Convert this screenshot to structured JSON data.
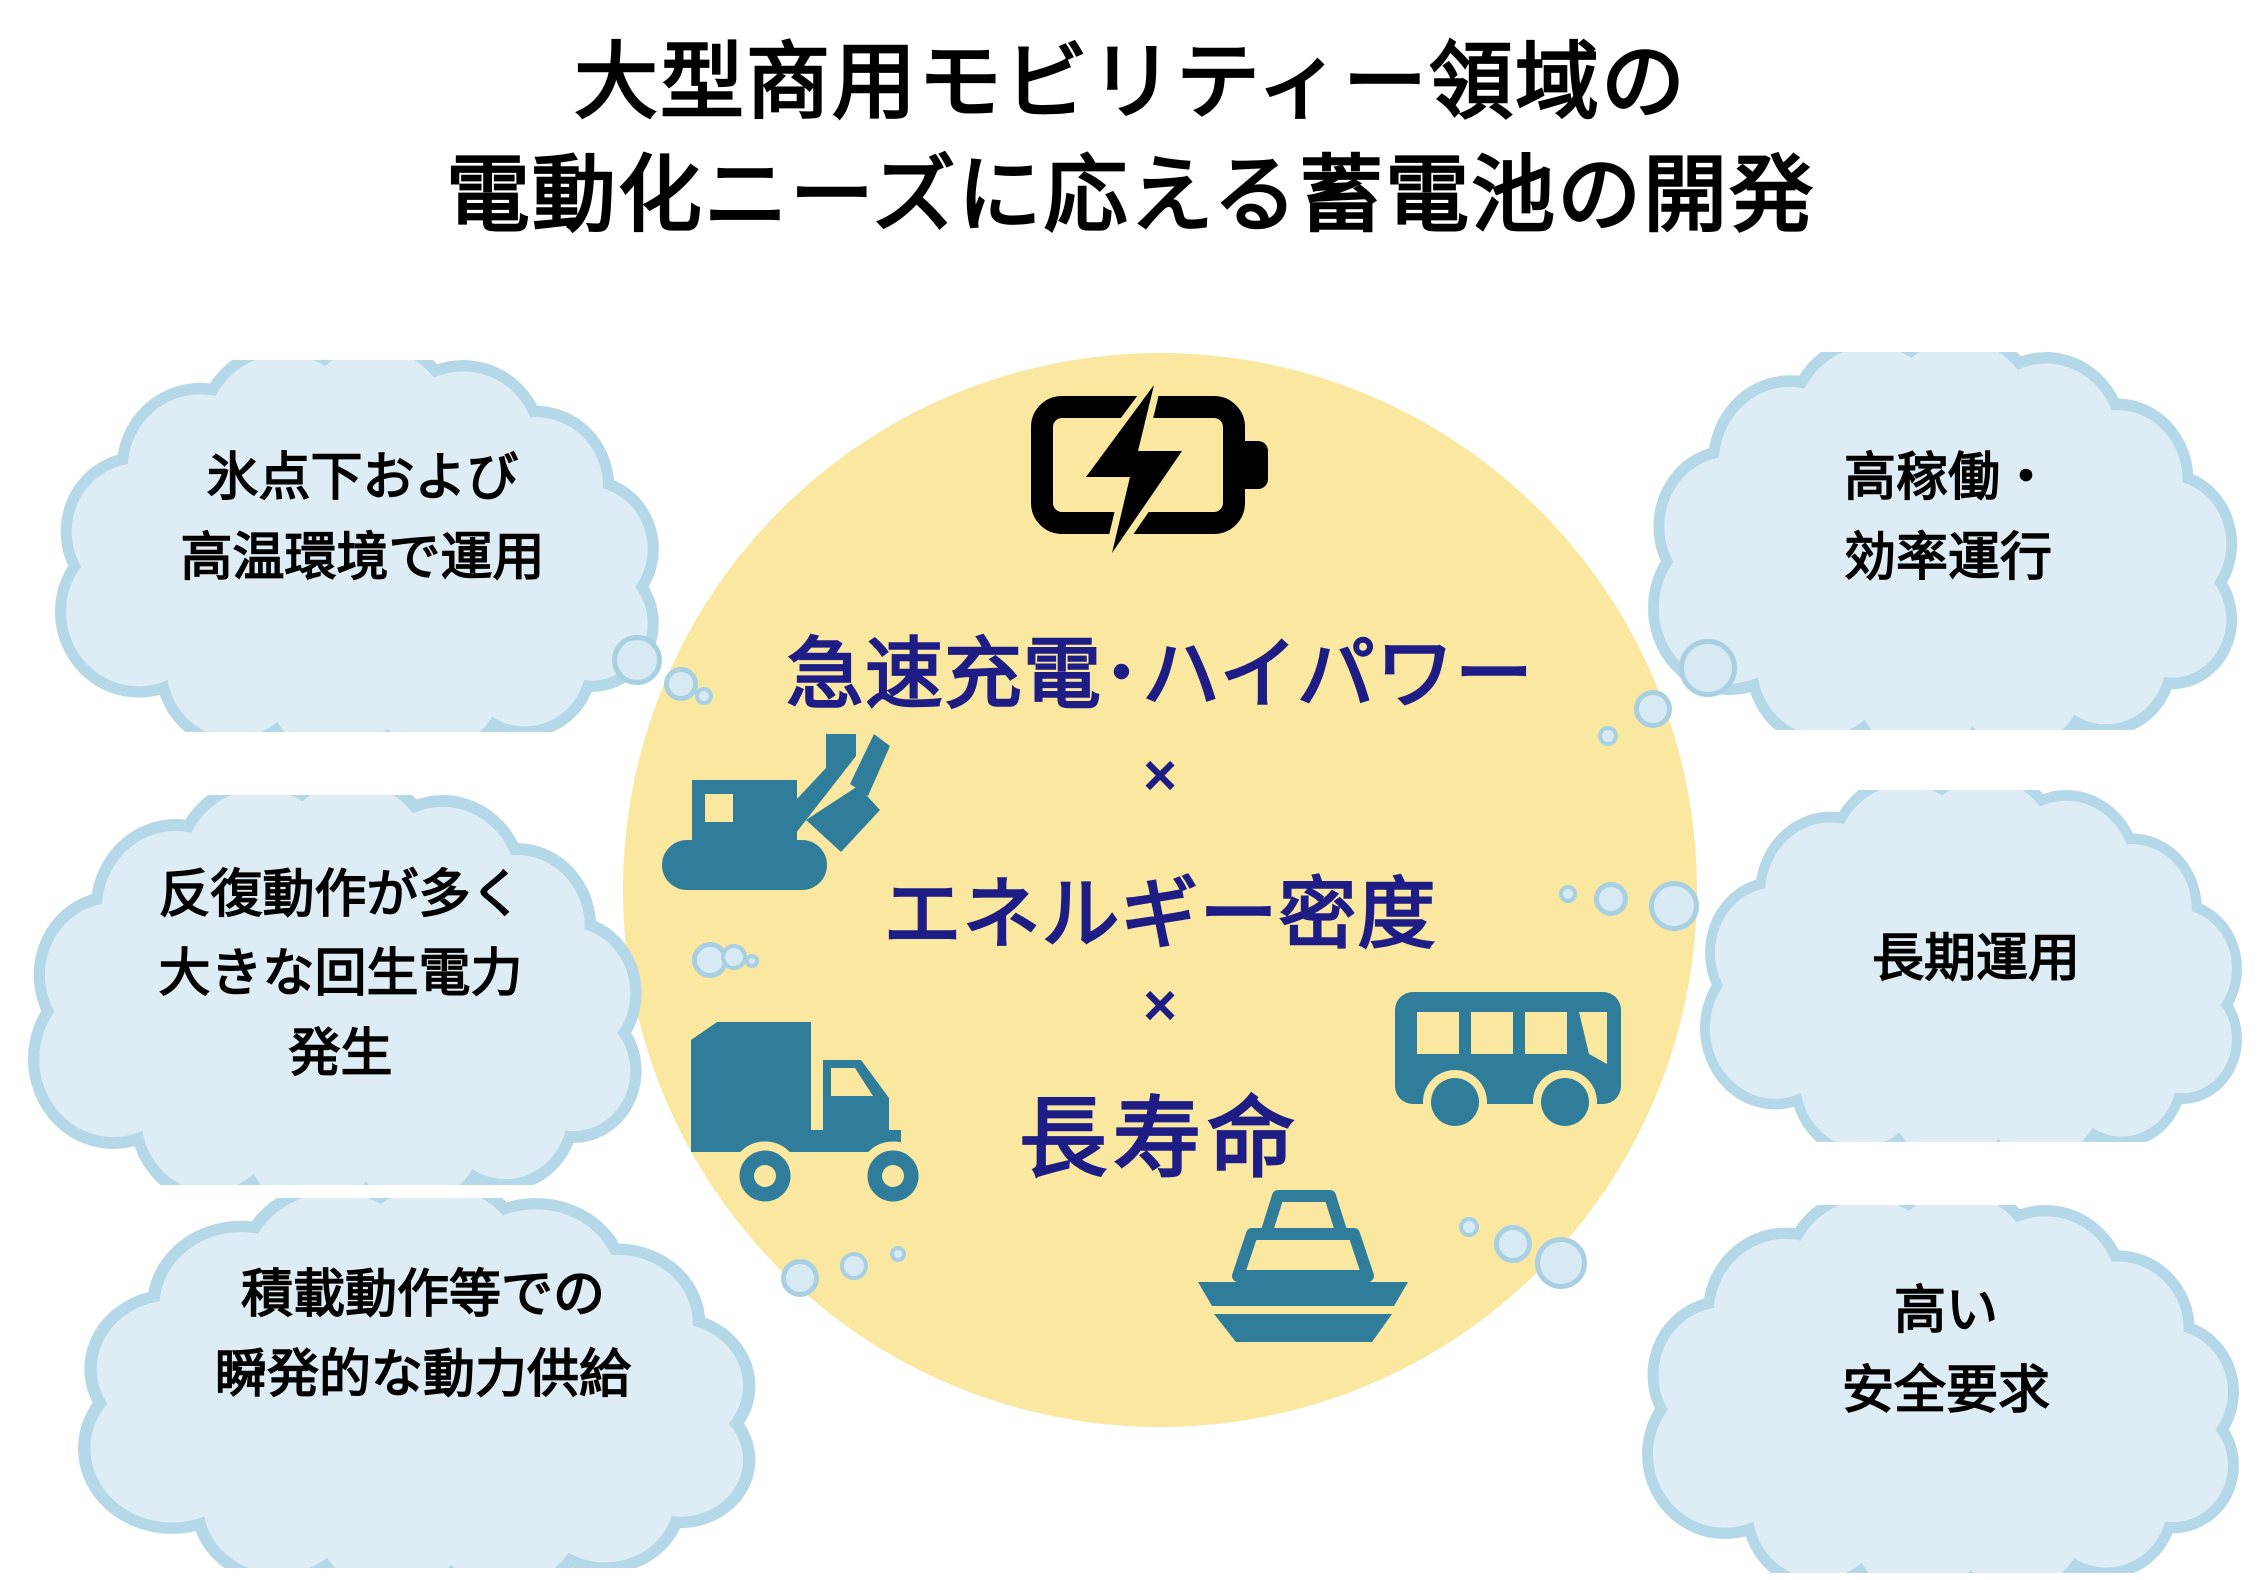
{
  "title": {
    "line1": "大型商用モビリティー領域の",
    "line2": "電動化ニーズに応える蓄電池の開発"
  },
  "center": {
    "fast_charge": "急速充電･ハイパワー",
    "energy_density": "エネルギー密度",
    "long_life": "長寿命",
    "multiply": "×"
  },
  "clouds": [
    {
      "id": "subzero-high-temp",
      "lines": [
        "氷点下および",
        "高温環境で運用"
      ]
    },
    {
      "id": "regenerative-power",
      "lines": [
        "反復動作が多く",
        "大きな回生電力",
        "発生"
      ]
    },
    {
      "id": "instant-power",
      "lines": [
        "積載動作等での",
        "瞬発的な動力供給"
      ]
    },
    {
      "id": "high-utilization",
      "lines": [
        "高稼働・",
        "効率運行"
      ]
    },
    {
      "id": "long-term-operation",
      "lines": [
        "長期運用"
      ]
    },
    {
      "id": "high-safety",
      "lines": [
        "高い",
        "安全要求"
      ]
    }
  ],
  "icons": [
    "battery-charging-icon",
    "excavator-icon",
    "dump-truck-icon",
    "bus-icon",
    "ship-icon"
  ],
  "palette": {
    "yellow": "#FAE7A0",
    "teal": "#2F7D9B",
    "navy": "#1E1D85",
    "cloud_fill": "#DEEDF5",
    "cloud_stroke": "#B5D8E8",
    "bubble_fill": "#D7EAF4",
    "bubble_stroke": "#A9CFE2",
    "text_black": "#000000"
  }
}
